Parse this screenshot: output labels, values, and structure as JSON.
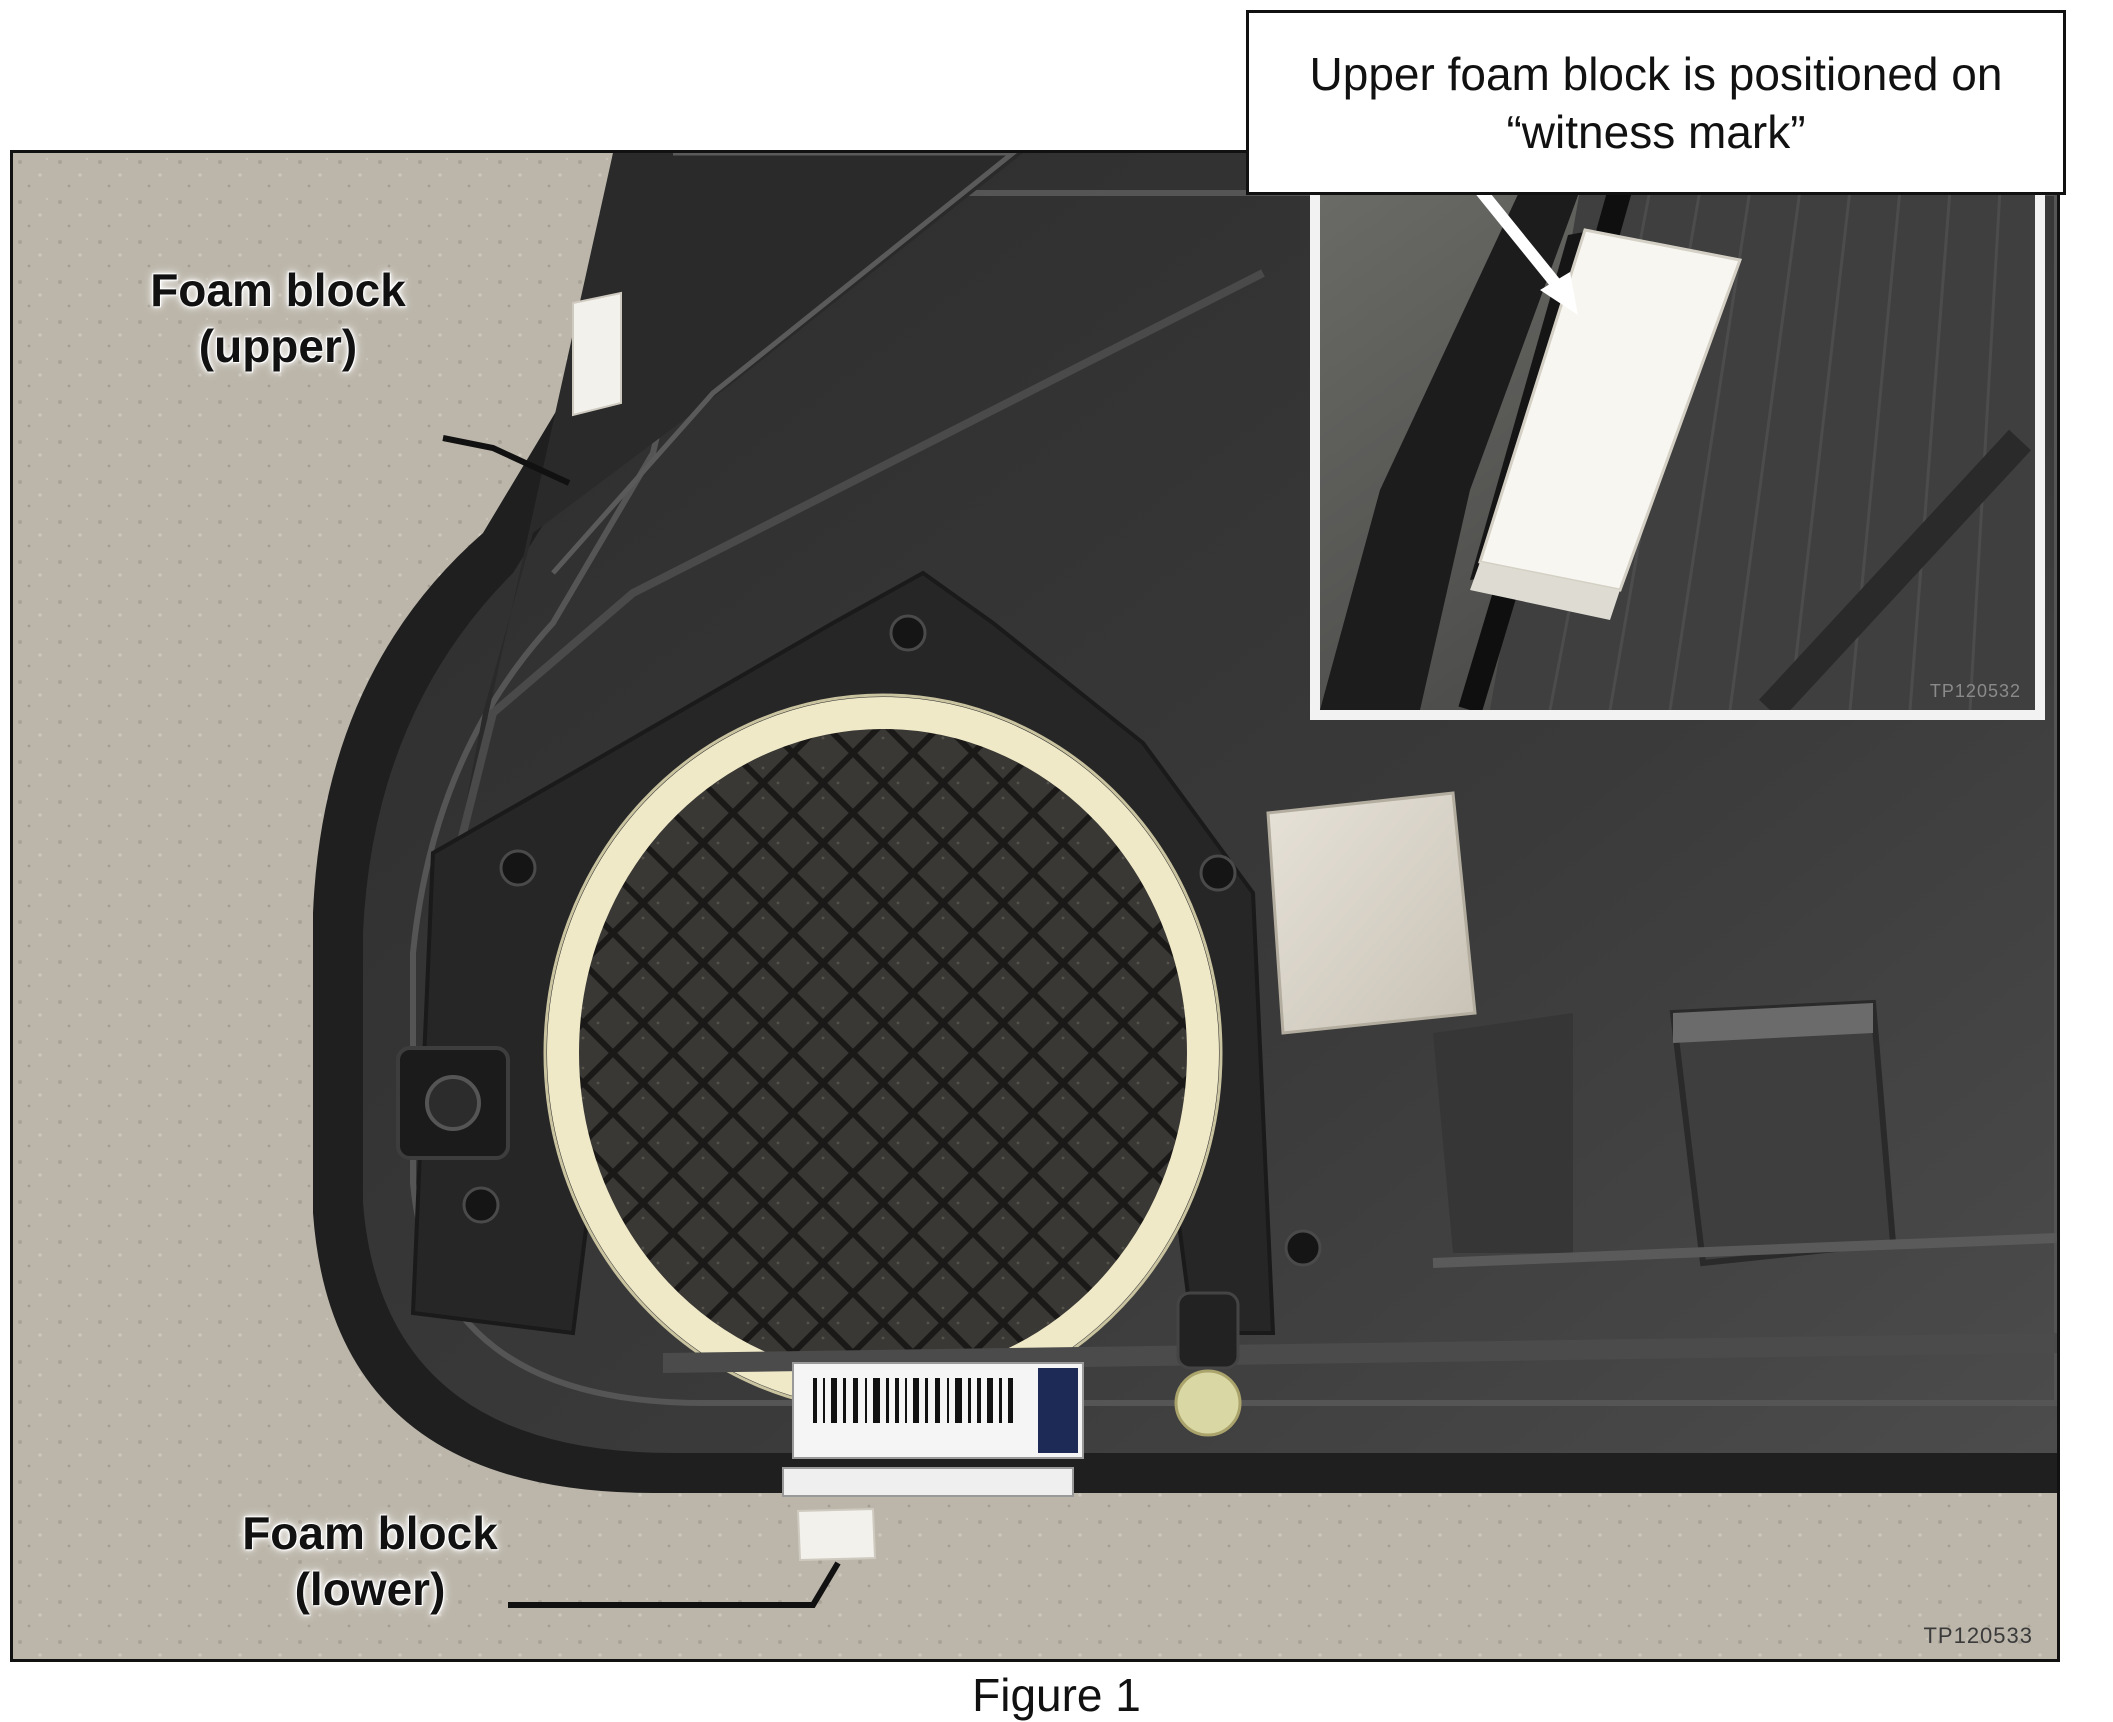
{
  "callouts": {
    "upper": "Foam block\n(upper)",
    "lower": "Foam block\n(lower)"
  },
  "note": {
    "text": "Upper foam block is positioned on “witness mark”"
  },
  "photo_ids": {
    "main": "TP120533",
    "inset": "TP120532"
  },
  "caption": "Figure 1",
  "colors": {
    "concrete": "#b8b2a6",
    "panel": "#2b2b2b",
    "foam": "#f1efe8",
    "ring": "#efe9c8",
    "label_text": "#111111"
  }
}
